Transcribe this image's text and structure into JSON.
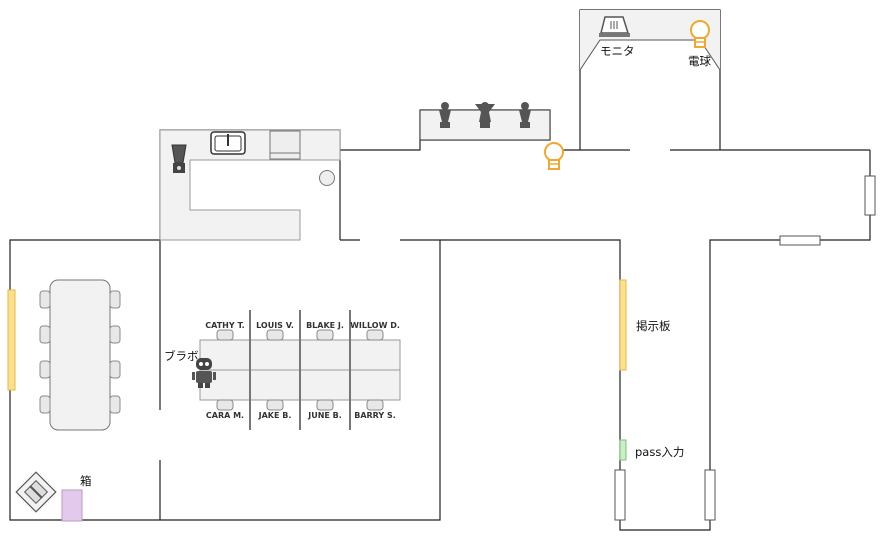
{
  "labels": {
    "monitor": "モニタ",
    "bulb": "電球",
    "bulletin_board": "掲示板",
    "pass_input": "pass入力",
    "robot": "ブラボ",
    "box": "箱"
  },
  "seats_top": [
    "CATHY T.",
    "LOUIS V.",
    "BLAKE J.",
    "WILLOW D."
  ],
  "seats_bottom": [
    "CARA M.",
    "JAKE B.",
    "JUNE B.",
    "BARRY S."
  ],
  "colors": {
    "wall": "#222222",
    "furniture_fill": "#f2f2f2",
    "furniture_stroke": "#999999",
    "bulb": "#f0a830",
    "bulletin_board": "#ffe08a",
    "pass_panel": "#c9f0c4",
    "box": "#e3c9ec"
  },
  "icons": {
    "kitchen_sink": "sink-icon",
    "blender": "blender-icon",
    "microwave": "microwave-icon",
    "stove": "stove-burner-icon",
    "robot": "robot-icon",
    "statues": "statue-icon",
    "projector": "projector-icon",
    "bulb": "light-bulb-icon",
    "safe": "safe-icon"
  }
}
